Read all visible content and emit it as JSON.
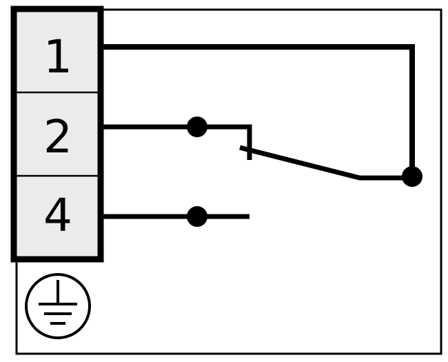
{
  "diagram": {
    "terminals": [
      {
        "id": "t1",
        "label": "1"
      },
      {
        "id": "t2",
        "label": "2"
      },
      {
        "id": "t4",
        "label": "4"
      }
    ],
    "symbols": {
      "ground": "protective-earth-icon"
    },
    "colors": {
      "line": "#000000",
      "terminal_fill": "#ebebeb",
      "background": "#ffffff"
    }
  }
}
